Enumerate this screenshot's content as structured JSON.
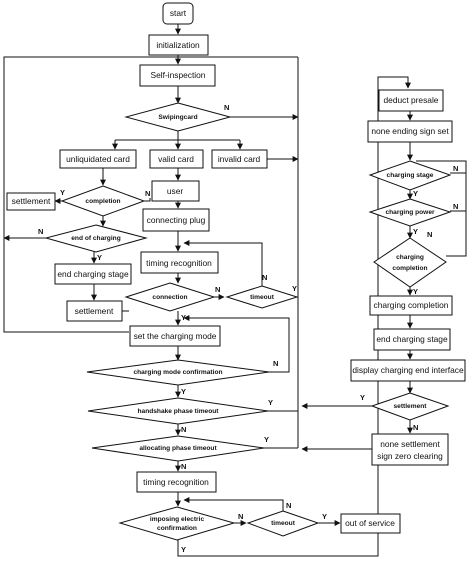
{
  "nodes": {
    "start": "start",
    "initialization": "initialization",
    "self_inspection": "Self-inspection",
    "swiping_card": "Swipingcard",
    "unliquidated_card": "unliquidated card",
    "valid_card": "valid card",
    "invalid_card": "invalid card",
    "settlement_left": "settlement",
    "completion": "completion",
    "user": "user",
    "connecting_plug": "connecting plug",
    "end_of_charging": "end of charging",
    "timing_recognition_1": "timing recognition",
    "end_charging_stage_left": "end charging stage",
    "connection": "connection",
    "timeout_1": "timeout",
    "settlement_mid": "settlement",
    "set_charging_mode": "set the charging mode",
    "charging_mode_confirmation": "charging mode confirmation",
    "handshake_phase_timeout": "handshake phase timeout",
    "allocating_phase_timeout": "allocating phase timeout",
    "timing_recognition_2": "timing recognition",
    "imposing_electric_line1": "imposing electric",
    "imposing_electric_line2": "confirmation",
    "timeout_2": "timeout",
    "out_of_service": "out of service",
    "deduct_presale": "deduct presale",
    "none_ending_sign_set": "none ending sign set",
    "charging_stage": "charging stage",
    "charging_power": "charging power",
    "charging_completion_d_line1": "charging",
    "charging_completion_d_line2": "completion",
    "charging_completion": "charging completion",
    "end_charging_stage_right": "end charging stage",
    "display_charging_end_interface": "display charging end interface",
    "settlement_right": "settlement",
    "none_settlement_line1": "none settlement",
    "none_settlement_line2": "sign zero clearing"
  },
  "labels": {
    "yes": "Y",
    "no": "N"
  }
}
